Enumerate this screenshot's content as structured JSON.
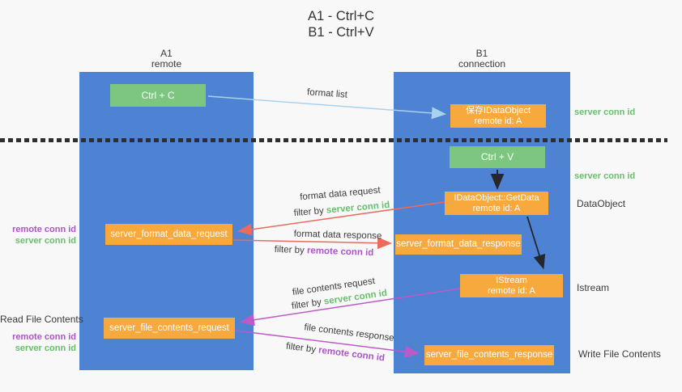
{
  "title": {
    "line1": "A1 - Ctrl+C",
    "line2": "B1 - Ctrl+V"
  },
  "columns": {
    "a1": {
      "name": "A1",
      "subtitle": "remote"
    },
    "b1": {
      "name": "B1",
      "subtitle": "connection"
    }
  },
  "nodes": {
    "ctrl_c": {
      "label": "Ctrl + C"
    },
    "save_idataobject": {
      "line1": "保存IDataObject",
      "line2": "remote id: A"
    },
    "ctrl_v": {
      "label": "Ctrl + V"
    },
    "getdata": {
      "line1": "IDataObject::GetData",
      "line2": "remote id: A"
    },
    "server_format_data_request": {
      "label": "server_format_data_request"
    },
    "server_format_data_response": {
      "label": "server_format_data_response"
    },
    "istream": {
      "line1": "IStream",
      "line2": "remote id: A"
    },
    "server_file_contents_request": {
      "label": "server_file_contents_request"
    },
    "server_file_contents_response": {
      "label": "server_file_contents_response"
    }
  },
  "flow_labels": {
    "format_list": "format list",
    "format_data_request": "format data request",
    "format_data_response": "format data response",
    "file_contents_request": "file contents request",
    "file_contents_response": "file contents response",
    "filter_by": "filter by",
    "server_conn_id": "server conn id",
    "remote_conn_id": "remote conn id"
  },
  "side_labels": {
    "right": {
      "server_conn_id_top": "server conn id",
      "server_conn_id_mid": "server conn id",
      "dataobject": "DataObject",
      "istream": "Istream",
      "write_file_contents": "Write File Contents"
    },
    "left": {
      "remote_conn_id_1": "remote conn id",
      "server_conn_id_1": "server conn id",
      "read_file_contents": "Read File Contents",
      "remote_conn_id_2": "remote conn id",
      "server_conn_id_2": "server conn id"
    }
  },
  "colors": {
    "column_blue": "#4E82D2",
    "node_green": "#7CC67F",
    "node_orange": "#F7A93E",
    "arrow_red": "#EC6A5E",
    "arrow_purple": "#BE5AC8",
    "arrow_blue": "#A9D2EE",
    "arrow_black": "#26262B",
    "text_green": "#69BE6E",
    "text_purple": "#AD54C8",
    "text_dark": "#3A3A3A",
    "background": "#F8F8F8"
  }
}
